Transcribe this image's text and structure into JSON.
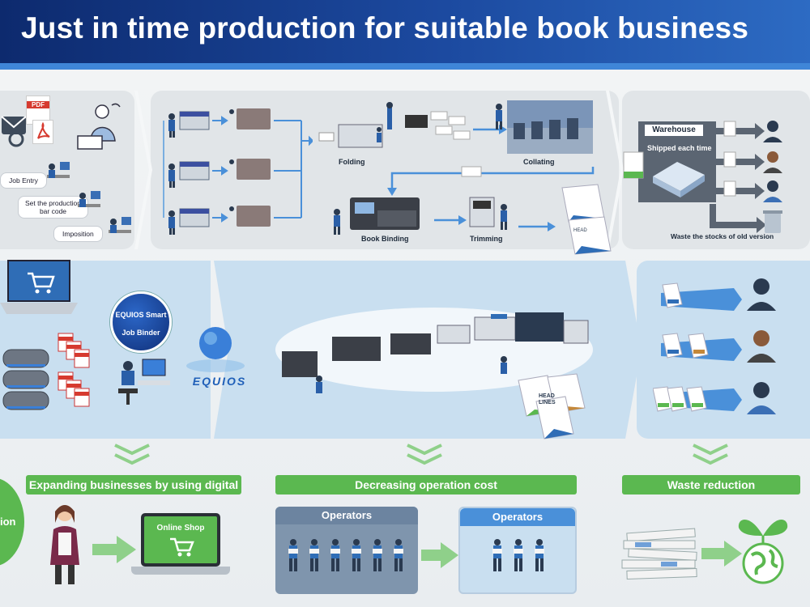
{
  "title": "Just in time production for suitable book business",
  "top_row": {
    "job_entry": "Job Entry",
    "set_barcode_line1": "Set the production",
    "set_barcode_line2": "bar code",
    "imposition": "Imposition",
    "folding": "Folding",
    "collating": "Collating",
    "book_binding": "Book Binding",
    "trimming": "Trimming",
    "warehouse": "Warehouse",
    "shipped": "Shipped each time",
    "waste_stocks": "Waste the stocks of old version",
    "pdf_label": "PDF"
  },
  "middle_row": {
    "equios_smart_line1": "EQUIOS Smart",
    "equios_smart_line2": "Job Binder",
    "equios_logo": "EQUIOS",
    "book_label_line1": "HEAD",
    "book_label_line2": "LINES"
  },
  "bottom_row": {
    "edge_label": "ion",
    "expanding": "Expanding businesses by using digital",
    "online_shop": "Online Shop",
    "decreasing": "Decreasing operation cost",
    "operators_a": "Operators",
    "operators_b": "Operators",
    "waste_reduction": "Waste reduction"
  },
  "colors": {
    "title_band": "#1c4aa0",
    "green": "#5bb850",
    "panel_blue": "#c9dff0",
    "panel_gray": "#e1e5e8",
    "arrow_blue": "#4a90d9"
  }
}
